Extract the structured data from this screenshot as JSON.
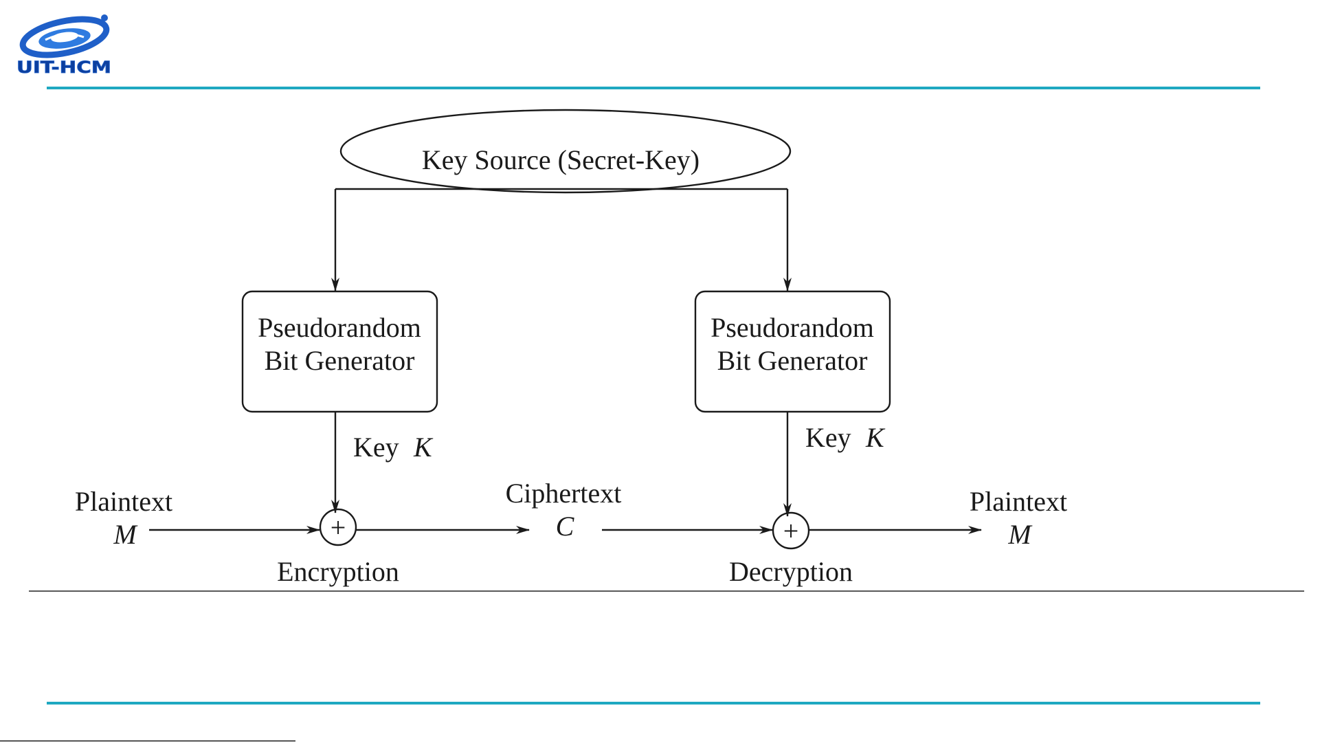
{
  "logo": {
    "text": "UIT-HCM",
    "colors": {
      "blue": "#1f5fc8",
      "dark": "#0c3f9e"
    }
  },
  "diagram": {
    "key_source": "Key Source (Secret-Key)",
    "prbg_left": {
      "line1": "Pseudorandom",
      "line2": "Bit Generator"
    },
    "prbg_right": {
      "line1": "Pseudorandom",
      "line2": "Bit Generator"
    },
    "key_left": {
      "word": "Key",
      "symbol": "K"
    },
    "key_right": {
      "word": "Key",
      "symbol": "K"
    },
    "plaintext_in": {
      "word": "Plaintext",
      "symbol": "M"
    },
    "ciphertext": {
      "word": "Ciphertext",
      "symbol": "C"
    },
    "plaintext_out": {
      "word": "Plaintext",
      "symbol": "M"
    },
    "xor_symbol": "+",
    "encryption": "Encryption",
    "decryption": "Decryption"
  },
  "colors": {
    "accent_rule": "#1fa8c1",
    "ink": "#1a1a1a"
  }
}
